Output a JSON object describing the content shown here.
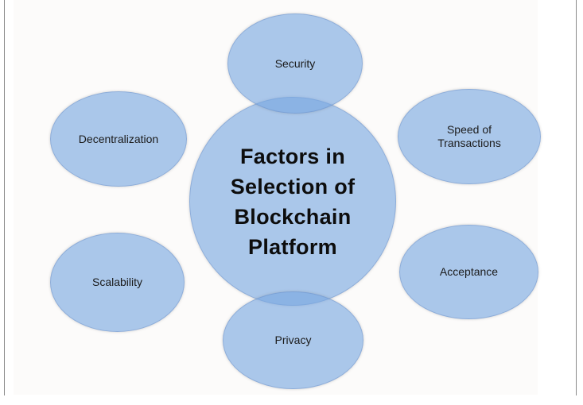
{
  "diagram": {
    "center": {
      "title": "Factors in\nSelection of\nBlockchain\nPlatform"
    },
    "nodes": [
      {
        "id": "security",
        "label": "Security",
        "position": "top"
      },
      {
        "id": "speed-of-transactions",
        "label": "Speed of\nTransactions",
        "position": "upper-right"
      },
      {
        "id": "acceptance",
        "label": "Acceptance",
        "position": "lower-right"
      },
      {
        "id": "privacy",
        "label": "Privacy",
        "position": "bottom"
      },
      {
        "id": "scalability",
        "label": "Scalability",
        "position": "lower-left"
      },
      {
        "id": "decentralization",
        "label": "Decentralization",
        "position": "upper-left"
      }
    ],
    "colors": {
      "node_fill": "#A9C7EA",
      "overlap_fill": "#8FB2DF",
      "label_text": "#1B1B1B",
      "title_text": "#0D0D0D",
      "frame_border": "#8A8A8A",
      "content_background": "#FCFBFA"
    }
  }
}
